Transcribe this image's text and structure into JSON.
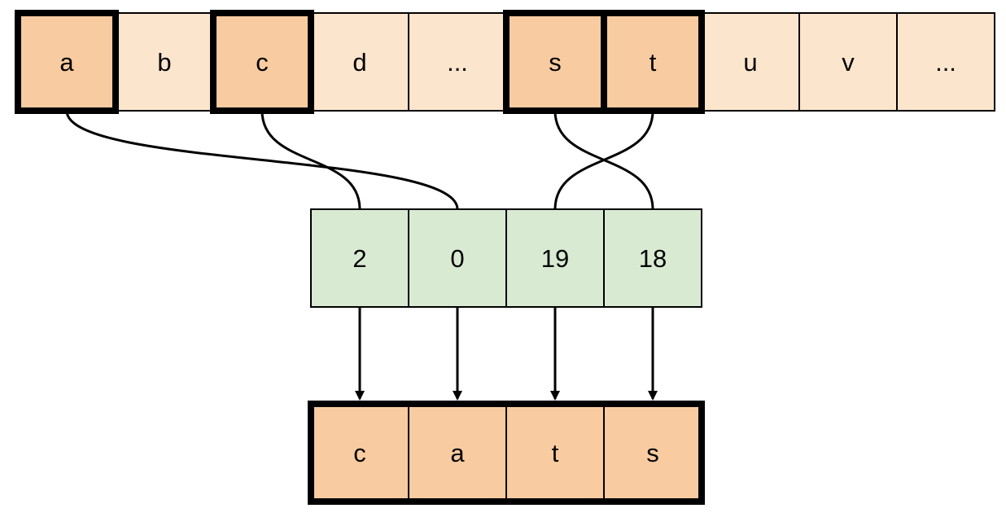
{
  "alphabet": {
    "cells": [
      {
        "label": "a",
        "selected": true
      },
      {
        "label": "b",
        "selected": false
      },
      {
        "label": "c",
        "selected": true
      },
      {
        "label": "d",
        "selected": false
      },
      {
        "label": "...",
        "selected": false
      },
      {
        "label": "s",
        "selected": true
      },
      {
        "label": "t",
        "selected": true
      },
      {
        "label": "u",
        "selected": false
      },
      {
        "label": "v",
        "selected": false
      },
      {
        "label": "...",
        "selected": false
      }
    ]
  },
  "indices": {
    "cells": [
      {
        "label": "2",
        "source": 2
      },
      {
        "label": "0",
        "source": 0
      },
      {
        "label": "19",
        "source": 6
      },
      {
        "label": "18",
        "source": 5
      }
    ]
  },
  "output": {
    "cells": [
      {
        "label": "c"
      },
      {
        "label": "a"
      },
      {
        "label": "t"
      },
      {
        "label": "s"
      }
    ]
  },
  "colors": {
    "selected_fill": "#f8cba0",
    "unselected_fill": "#fce5cd",
    "index_fill": "#d9ead3",
    "stroke": "#000000"
  }
}
